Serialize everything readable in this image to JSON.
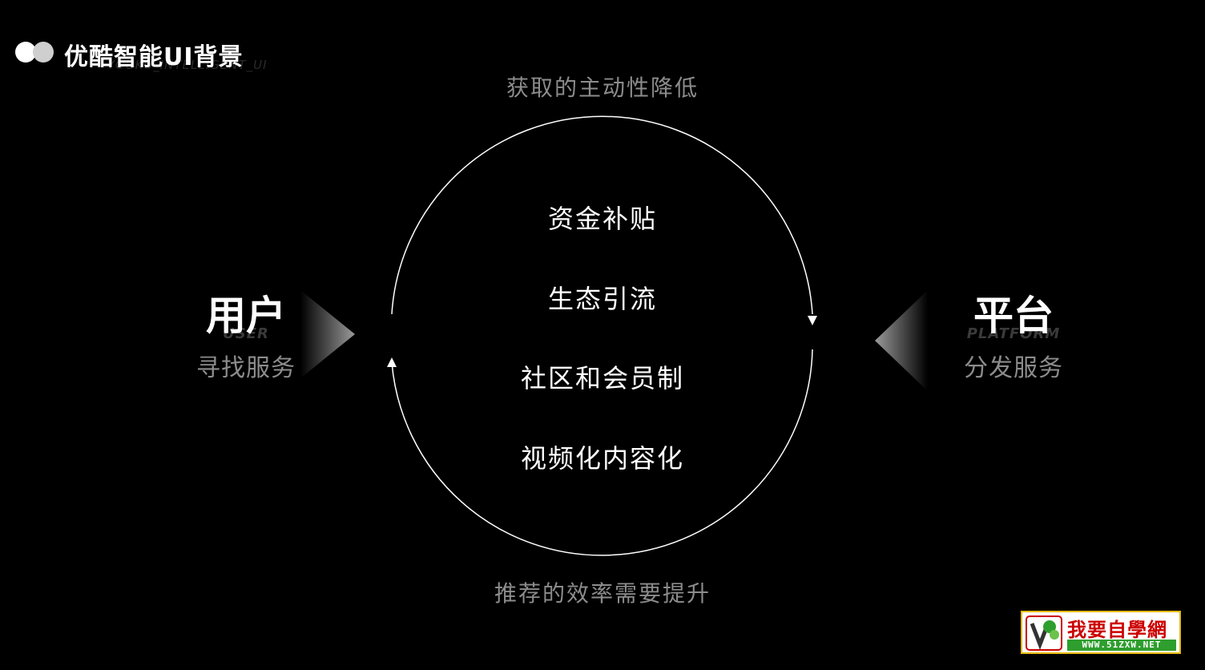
{
  "header": {
    "title": "优酷智能UI背景",
    "subtitle": "YOUKU_INTELLIGENT_UI"
  },
  "captions": {
    "top": "获取的主动性降低",
    "bottom": "推荐的效率需要提升"
  },
  "cycle": {
    "items": [
      "资金补贴",
      "生态引流",
      "社区和会员制",
      "视频化内容化"
    ]
  },
  "user": {
    "title": "用户",
    "en": "USER",
    "desc": "寻找服务"
  },
  "platform": {
    "title": "平台",
    "en": "PLATFORM",
    "desc": "分发服务"
  },
  "badge": {
    "text": "我要自學網",
    "url": "WWW.51ZXW.NET"
  },
  "colors": {
    "background": "#000000",
    "text_primary": "#ffffff",
    "text_secondary": "#8c8c8c",
    "badge_red": "#cc0000",
    "badge_green": "#2e9e2e"
  }
}
